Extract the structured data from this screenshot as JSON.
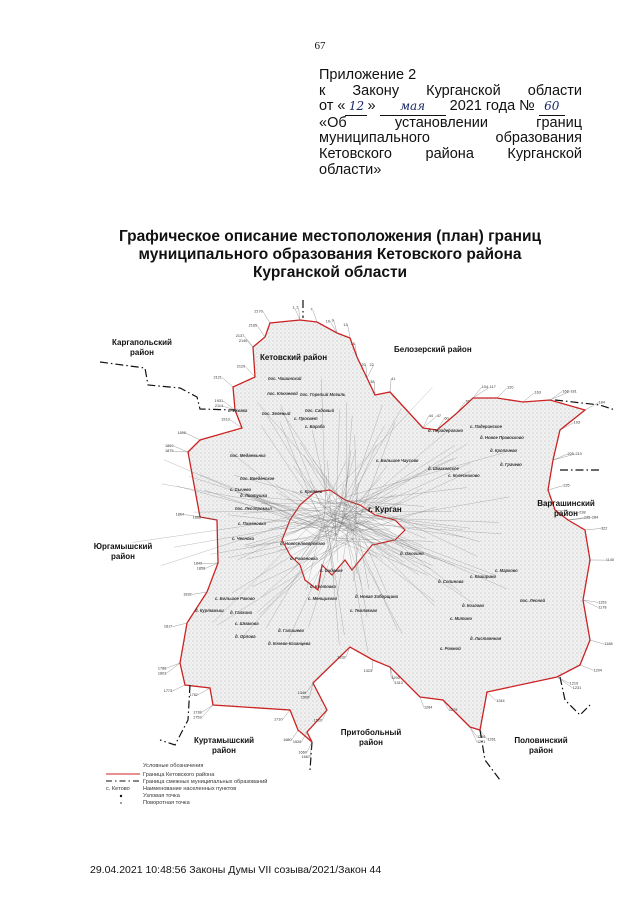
{
  "page_number": "67",
  "appendix": {
    "line1": "Приложение 2",
    "line2": "к Закону Курганской области",
    "date_prefix": "от «",
    "day_handwritten": "12",
    "date_mid": "»",
    "month_handwritten": "мая",
    "year_text": "2021 года №",
    "number_handwritten": "60",
    "line4": "«Об установлении границ",
    "line5": "муниципального образования",
    "line6": "Кетовского района Курганской",
    "line7": "области»"
  },
  "title": {
    "line1": "Графическое описание местоположения (план) границ",
    "line2": "муниципального образования Кетовского района",
    "line3": "Курганской области"
  },
  "map": {
    "colors": {
      "boundary": "#cc2222",
      "neighbor_boundary": "#111111",
      "territory": "#e6e6e6"
    },
    "regions": {
      "ketovsky": "Кетовский район",
      "kargapolsky_1": "Каргапольский",
      "kargapolsky_2": "район",
      "belozersky": "Белозерский район",
      "vargashinsky_1": "Варгашинский",
      "vargashinsky_2": "район",
      "yurgamyshsky_1": "Юргамышский",
      "yurgamyshsky_2": "район",
      "kurtamyshsky_1": "Куртамышский",
      "kurtamyshsky_2": "район",
      "pritobolny_1": "Притобольный",
      "pritobolny_2": "район",
      "polovinsky_1": "Половинский",
      "polovinsky_2": "район",
      "city": "г. Курган"
    },
    "settlements": [
      "пос. Чашинский",
      "пос. Горелый Могиль",
      "пос. Ключевой",
      "с. Иковка",
      "пос. Зеленый",
      "пос. Садовый",
      "с. Просвет",
      "пос. Медвежьнка",
      "с. Бараба",
      "д. Перадерогино",
      "с. Падеринское",
      "д. Новое Правосково",
      "д. Кропачево",
      "д. Грачево",
      "с. Большое Чаусово",
      "д. Шмаковское",
      "с. Колесниково",
      "пос. Введенское",
      "д. Лиотушка",
      "пос. Лесопромыл",
      "с. Пименовка",
      "с. Чесноки",
      "д. Новоселовороково",
      "д. Романовка",
      "с. Садовое",
      "д. Кротовка",
      "д. Новая Заборщина",
      "с. Менщиково",
      "с. Большое Раково",
      "д. Куртамыш",
      "д. Галкина",
      "с. Шмакова",
      "д. Орлова",
      "д. Галишево",
      "д. Кочево-Казанцева",
      "с. Темляково",
      "с. Рожной",
      "д. Листвянная",
      "с. Митино",
      "д. Козлово",
      "пос. Лесной",
      "д. Сопинова",
      "с. Каширино",
      "с. Марково",
      "д. Ожогино",
      "с. Сычево",
      "с. Кропани"
    ],
    "point_numbers": [
      "1",
      "2",
      "7",
      "9",
      "10",
      "13",
      "16",
      "20",
      "22",
      "38",
      "41",
      "44",
      "47",
      "60",
      "76",
      "104",
      "117",
      "120",
      "163",
      "168",
      "181",
      "184",
      "193",
      "205",
      "210",
      "225",
      "238",
      "245",
      "284",
      "322",
      "1140",
      "1153",
      "1178",
      "1188",
      "1204",
      "1219",
      "1231",
      "1244",
      "1261",
      "1266",
      "1271",
      "1279",
      "1284",
      "1293",
      "1313",
      "1323",
      "1332",
      "1346",
      "1506",
      "1520",
      "1526",
      "1660",
      "1667",
      "1680",
      "1710",
      "1738",
      "1753",
      "1762",
      "1773",
      "1788",
      "1803",
      "1817",
      "1832",
      "1849",
      "1858",
      "1862",
      "1864",
      "1869",
      "1875",
      "1898",
      "1913",
      "1931",
      "2114",
      "2121",
      "2129",
      "2137",
      "2140",
      "2165",
      "2170"
    ],
    "legend": {
      "title": "Условные обозначения",
      "items": [
        "Граница Кетовского района",
        "Граница смежных муниципальных образований",
        "Наименование населенных пунктов",
        "Узловая точка",
        "Поворотная точка"
      ],
      "sample_settlement": "с. Кетово"
    }
  },
  "footer": "29.04.2021 10:48:56 Законы Думы VII созыва/2021/Закон 44"
}
